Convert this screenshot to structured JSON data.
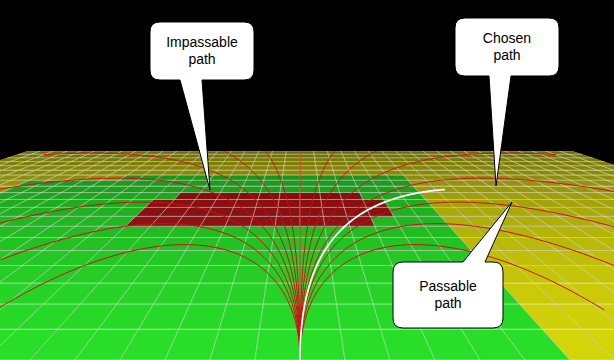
{
  "diagram": {
    "nodes": [
      {
        "text": [
          "Impassable path"
        ]
      },
      {
        "text": [
          "Chosen path"
        ]
      },
      {
        "text": [
          "Passable path"
        ]
      }
    ]
  }
}
